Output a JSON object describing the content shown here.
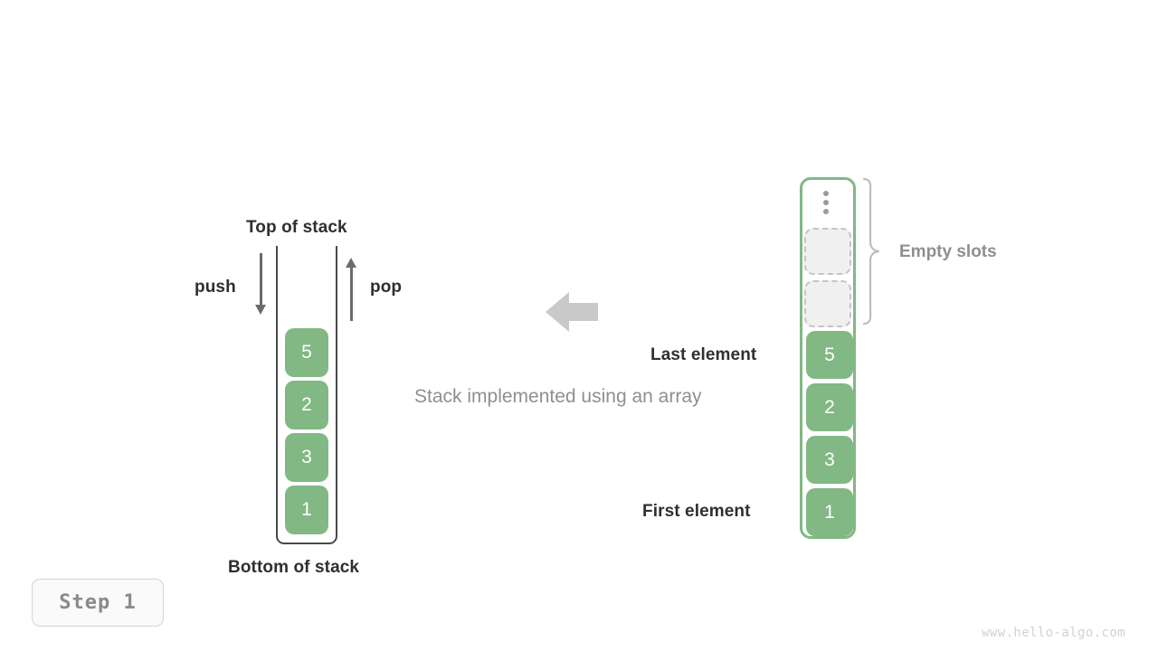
{
  "diagram": {
    "caption": "Stack implemented using an array",
    "step_badge": "Step 1",
    "watermark": "www.hello-algo.com",
    "accent_green": "#81b883",
    "gray_text": "#8f8f8f",
    "dark_text": "#2f2f2f"
  },
  "stack": {
    "top_label": "Top of stack",
    "bottom_label": "Bottom of stack",
    "push_label": "push",
    "pop_label": "pop",
    "values": [
      "5",
      "2",
      "3",
      "1"
    ]
  },
  "array": {
    "values": [
      "5",
      "2",
      "3",
      "1"
    ],
    "empty_slots_label": "Empty slots",
    "last_element_label": "Last element",
    "first_element_label": "First element",
    "ellipsis": "⋮",
    "empty_slot_count": 2
  }
}
